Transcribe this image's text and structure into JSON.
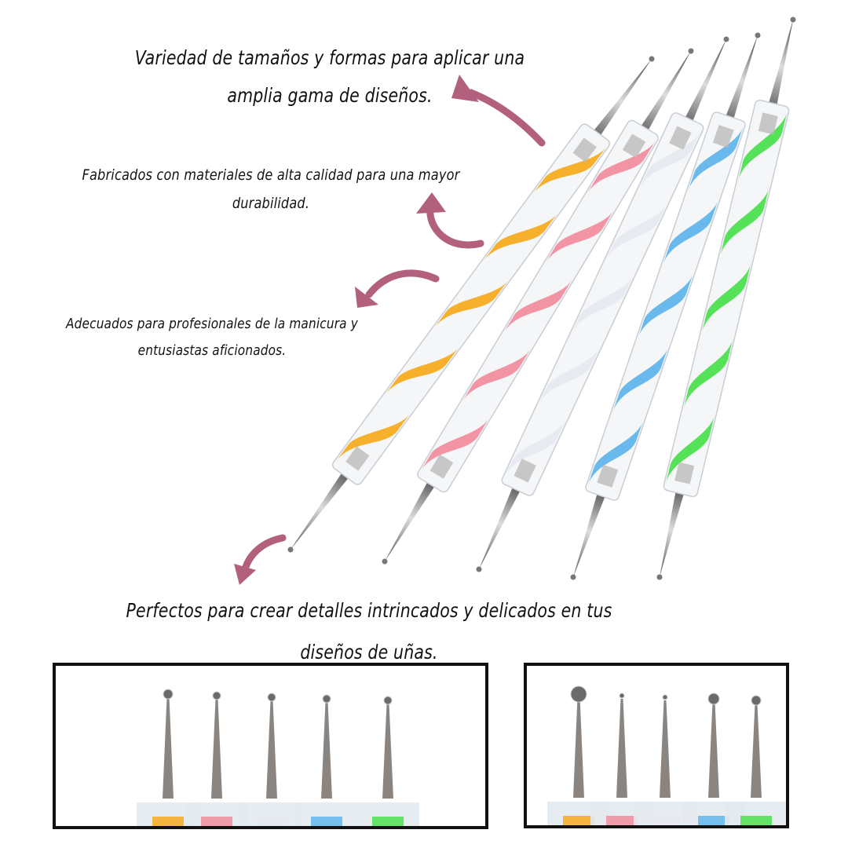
{
  "captions": {
    "sizes": "Variedad de tamaños y formas para aplicar una amplia gama de diseños.",
    "quality": "Fabricados con materiales de alta calidad para una mayor durabilidad.",
    "professionals": "Adecuados para profesionales de la manicura y entusiastas aficionados.",
    "details": "Perfectos para crear detalles intrincados y delicados en tus diseños de uñas."
  },
  "colors": {
    "arrow": "#b3607f",
    "pens": [
      "#f7a915",
      "#f28a9a",
      "#e6e9ee",
      "#5ab3ea",
      "#45e046"
    ]
  },
  "icons": [
    "curved-arrow-icon"
  ]
}
